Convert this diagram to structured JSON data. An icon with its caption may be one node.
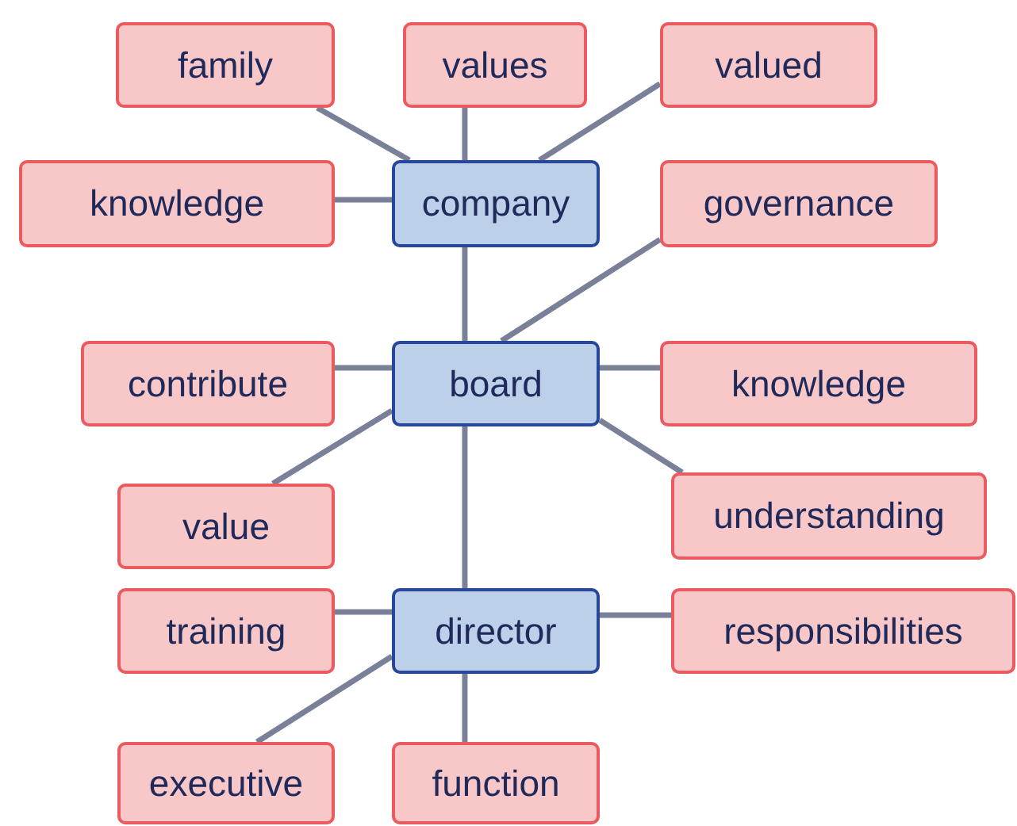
{
  "diagram": {
    "nodes": [
      {
        "text": [
          "family"
        ]
      },
      {
        "text": [
          "values"
        ]
      },
      {
        "text": [
          "valued"
        ]
      },
      {
        "text": [
          "knowledge"
        ]
      },
      {
        "text": [
          "company"
        ]
      },
      {
        "text": [
          "governance"
        ]
      },
      {
        "text": [
          "contribute"
        ]
      },
      {
        "text": [
          "board"
        ]
      },
      {
        "text": [
          "knowledge"
        ]
      },
      {
        "text": [
          "value"
        ]
      },
      {
        "text": [
          "understanding"
        ]
      },
      {
        "text": [
          "training"
        ]
      },
      {
        "text": [
          "director"
        ]
      },
      {
        "text": [
          "responsibilities"
        ]
      },
      {
        "text": [
          "executive"
        ]
      },
      {
        "text": [
          "function"
        ]
      }
    ],
    "edges": [
      {
        "from": 4,
        "to": 0,
        "arrow": "none"
      },
      {
        "from": 4,
        "to": 1,
        "arrow": "none"
      },
      {
        "from": 4,
        "to": 2,
        "arrow": "none"
      },
      {
        "from": 4,
        "to": 3,
        "arrow": "none"
      },
      {
        "from": 4,
        "to": 7,
        "arrow": "none"
      },
      {
        "from": 7,
        "to": 5,
        "arrow": "none"
      },
      {
        "from": 7,
        "to": 6,
        "arrow": "none"
      },
      {
        "from": 7,
        "to": 8,
        "arrow": "none"
      },
      {
        "from": 7,
        "to": 9,
        "arrow": "none"
      },
      {
        "from": 7,
        "to": 10,
        "arrow": "none"
      },
      {
        "from": 7,
        "to": 12,
        "arrow": "none"
      },
      {
        "from": 12,
        "to": 11,
        "arrow": "none"
      },
      {
        "from": 12,
        "to": 13,
        "arrow": "none"
      },
      {
        "from": 12,
        "to": 14,
        "arrow": "none"
      },
      {
        "from": 12,
        "to": 15,
        "arrow": "none"
      }
    ]
  }
}
